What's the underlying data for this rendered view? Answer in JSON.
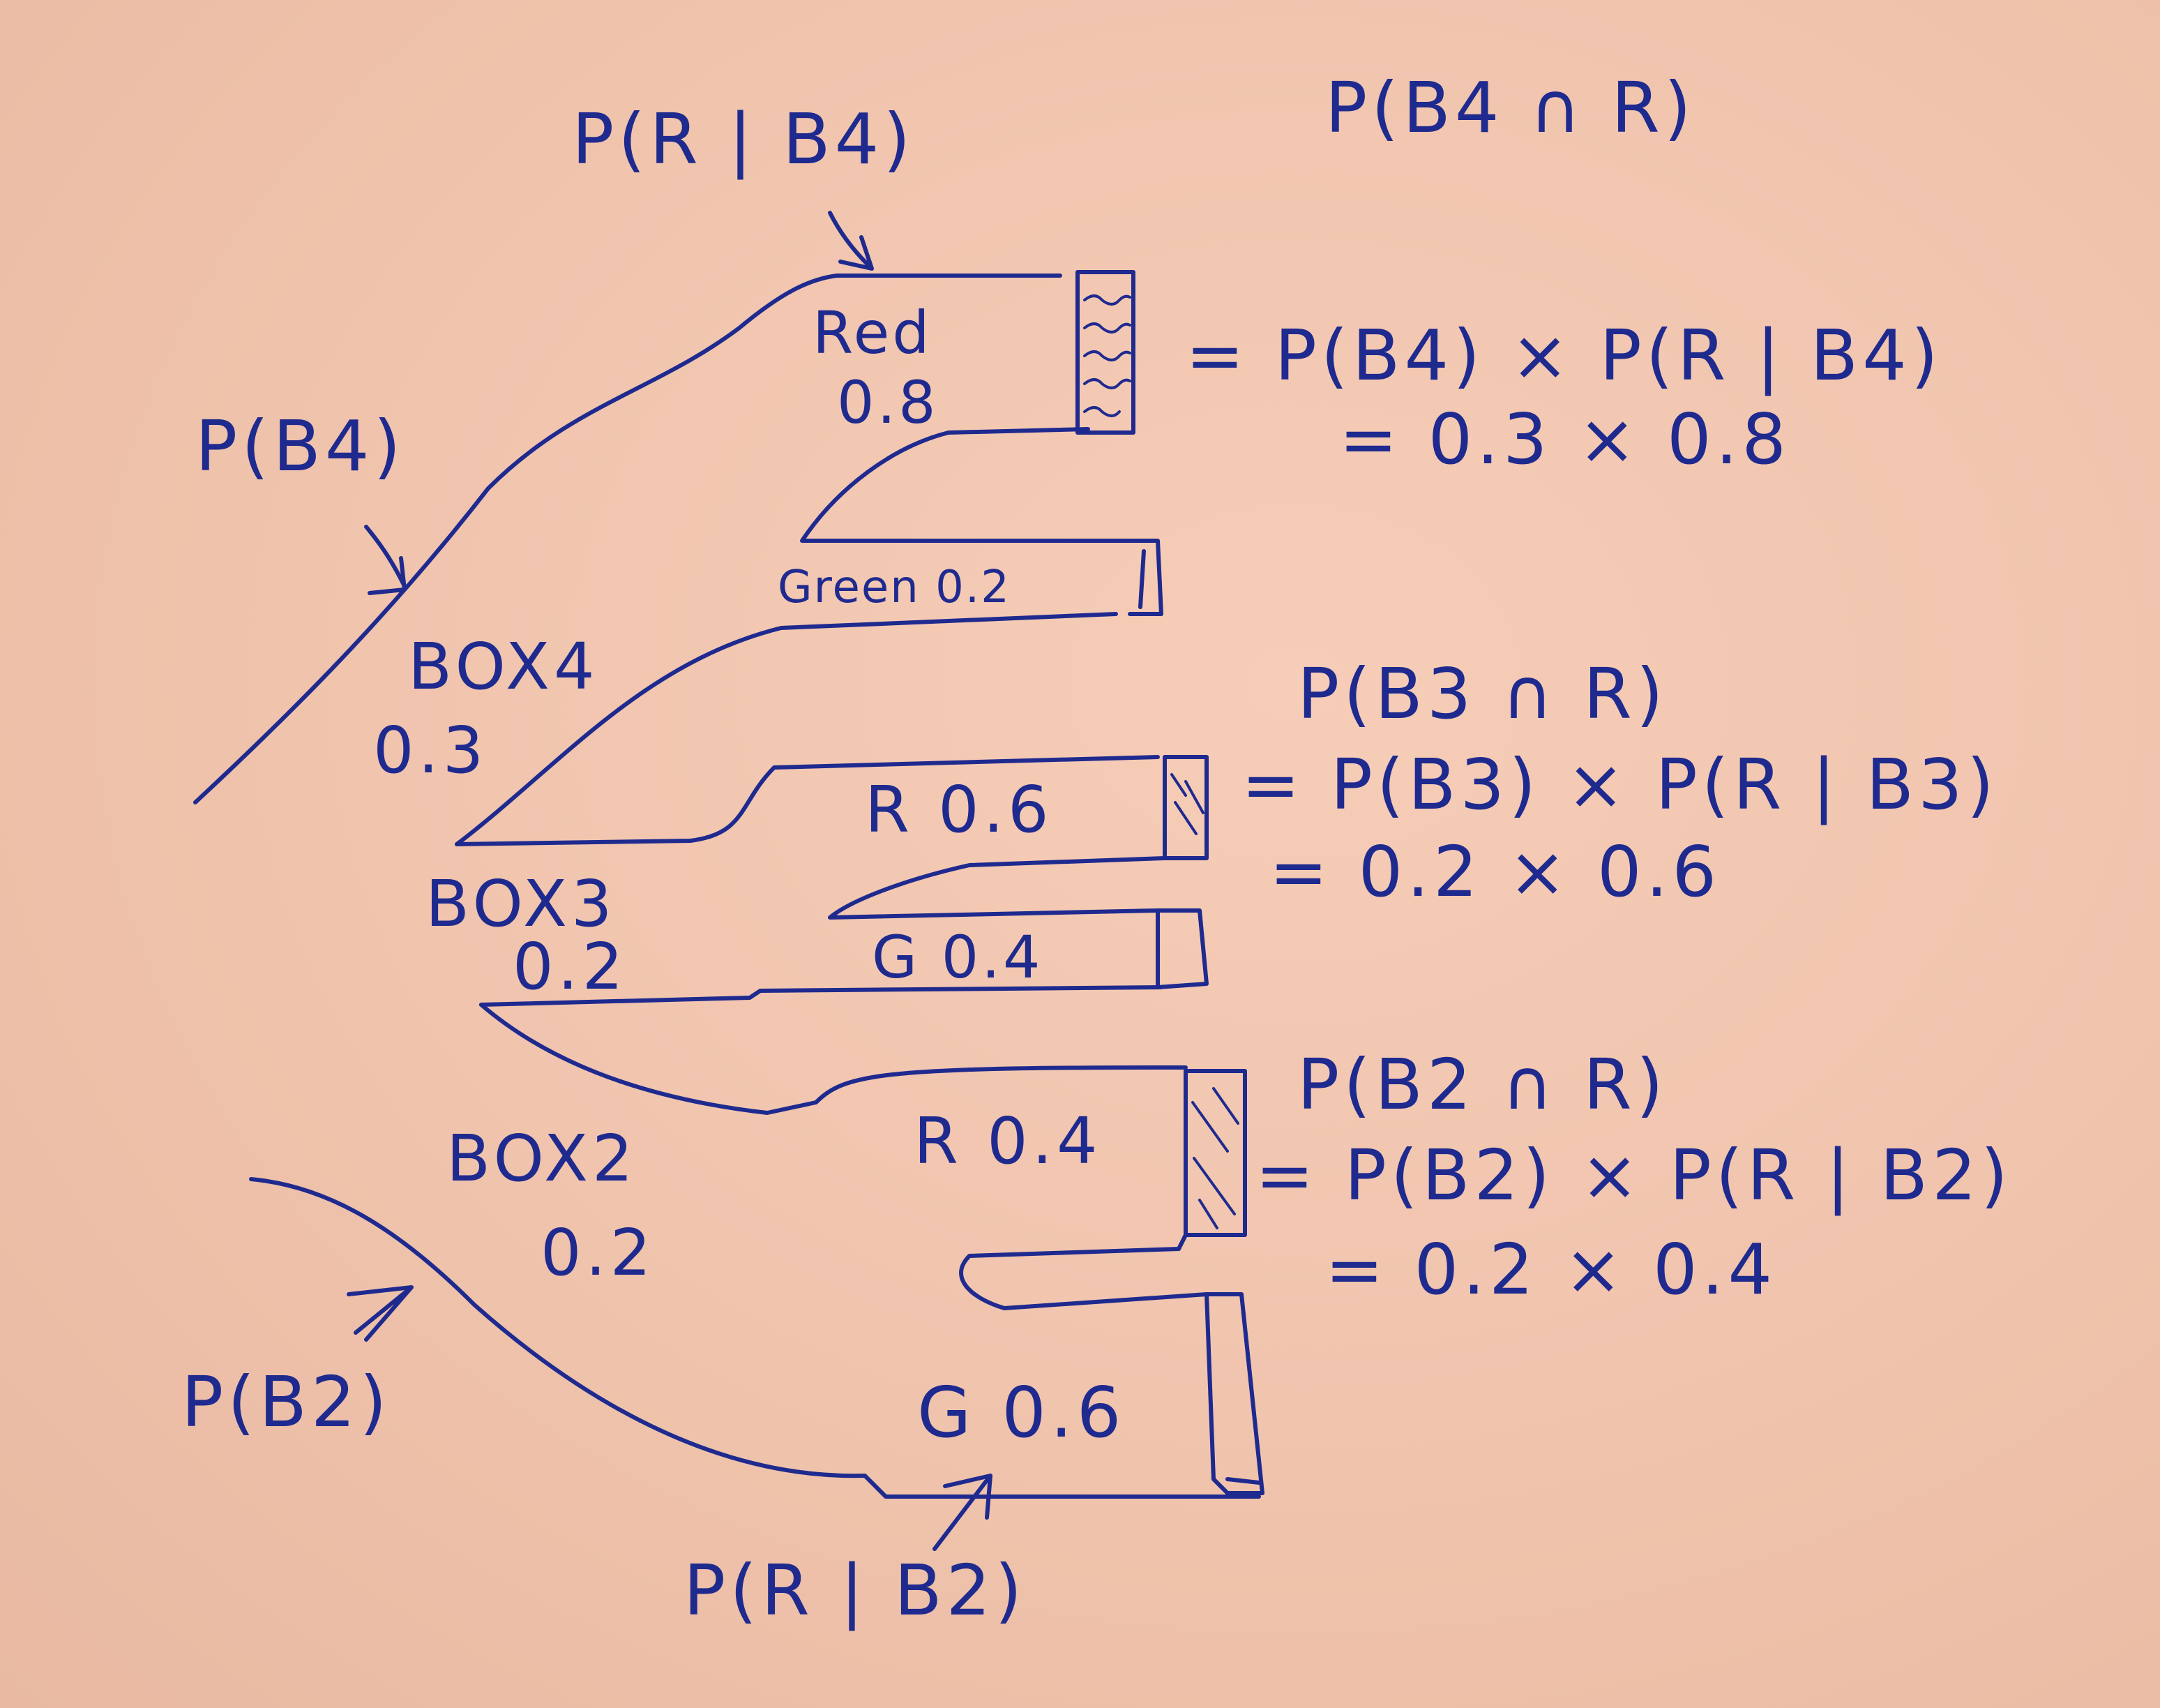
{
  "branches": {
    "box4": {
      "name": "BOX4",
      "prob": "0.3"
    },
    "box3": {
      "name": "BOX3",
      "prob": "0.2"
    },
    "box2": {
      "name": "BOX2",
      "prob": "0.2"
    }
  },
  "outcomes": {
    "b4_red": {
      "label": "Red",
      "prob": "0.8"
    },
    "b4_green": {
      "label": "Green 0.2"
    },
    "b3_red": {
      "label": "R 0.6"
    },
    "b3_green": {
      "label": "G 0.4"
    },
    "b2_red": {
      "label": "R 0.4"
    },
    "b2_green": {
      "label": "G 0.6"
    }
  },
  "annotations": {
    "p_r_given_b4": "P(R | B4)",
    "p_b4": "P(B4)",
    "p_b2": "P(B2)",
    "p_r_given_b2": "P(R | B2)"
  },
  "equations": {
    "b4": {
      "title": "P(B4 ∩ R)",
      "line1": "= P(B4) × P(R | B4)",
      "line2": "= 0.3 × 0.8"
    },
    "b3": {
      "title": "P(B3 ∩ R)",
      "line1": "= P(B3) × P(R | B3)",
      "line2": "= 0.2 × 0.6"
    },
    "b2": {
      "title": "P(B2 ∩ R)",
      "line1": "= P(B2) × P(R | B2)",
      "line2": "= 0.2 × 0.4"
    }
  },
  "colors": {
    "ink": "#1f2a8f",
    "paper": "#f0c4ad"
  }
}
